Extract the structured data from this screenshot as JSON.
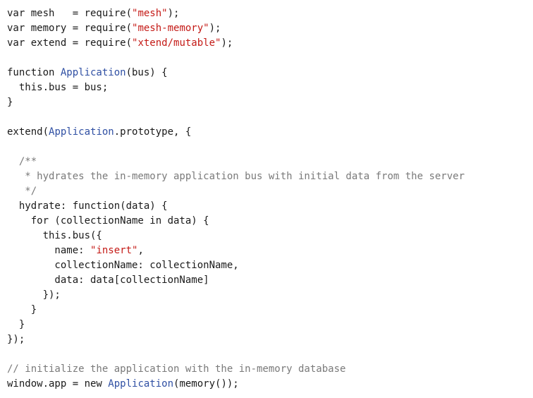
{
  "editor": {
    "language": "javascript",
    "colors": {
      "plain": "#1a1a1a",
      "string": "#c41a16",
      "function": "#2f4fa3",
      "comment": "#7a7a7a",
      "background": "#ffffff"
    },
    "lines": [
      [
        {
          "t": "var mesh   = require(",
          "c": "plain"
        },
        {
          "t": "\"mesh\"",
          "c": "str"
        },
        {
          "t": ");",
          "c": "plain"
        }
      ],
      [
        {
          "t": "var memory = require(",
          "c": "plain"
        },
        {
          "t": "\"mesh-memory\"",
          "c": "str"
        },
        {
          "t": ");",
          "c": "plain"
        }
      ],
      [
        {
          "t": "var extend = require(",
          "c": "plain"
        },
        {
          "t": "\"xtend/mutable\"",
          "c": "str"
        },
        {
          "t": ");",
          "c": "plain"
        }
      ],
      [],
      [
        {
          "t": "function ",
          "c": "plain"
        },
        {
          "t": "Application",
          "c": "fn"
        },
        {
          "t": "(bus) {",
          "c": "plain"
        }
      ],
      [
        {
          "t": "  this.bus = bus;",
          "c": "plain"
        }
      ],
      [
        {
          "t": "}",
          "c": "plain"
        }
      ],
      [],
      [
        {
          "t": "extend(",
          "c": "plain"
        },
        {
          "t": "Application",
          "c": "fn"
        },
        {
          "t": ".prototype, {",
          "c": "plain"
        }
      ],
      [],
      [
        {
          "t": "  /**",
          "c": "com"
        }
      ],
      [
        {
          "t": "   * hydrates the in-memory application bus with initial data from the server",
          "c": "com"
        }
      ],
      [
        {
          "t": "   */",
          "c": "com"
        }
      ],
      [
        {
          "t": "  hydrate: function(data) {",
          "c": "plain"
        }
      ],
      [
        {
          "t": "    for (collectionName in data) {",
          "c": "plain"
        }
      ],
      [
        {
          "t": "      this.bus({",
          "c": "plain"
        }
      ],
      [
        {
          "t": "        name: ",
          "c": "plain"
        },
        {
          "t": "\"insert\"",
          "c": "str"
        },
        {
          "t": ",",
          "c": "plain"
        }
      ],
      [
        {
          "t": "        collectionName: collectionName,",
          "c": "plain"
        }
      ],
      [
        {
          "t": "        data: data[collectionName]",
          "c": "plain"
        }
      ],
      [
        {
          "t": "      });",
          "c": "plain"
        }
      ],
      [
        {
          "t": "    }",
          "c": "plain"
        }
      ],
      [
        {
          "t": "  }",
          "c": "plain"
        }
      ],
      [
        {
          "t": "});",
          "c": "plain"
        }
      ],
      [],
      [
        {
          "t": "// initialize the application with the in-memory database",
          "c": "com"
        }
      ],
      [
        {
          "t": "window.app = new ",
          "c": "plain"
        },
        {
          "t": "Application",
          "c": "fn"
        },
        {
          "t": "(memory());",
          "c": "plain"
        }
      ]
    ]
  }
}
